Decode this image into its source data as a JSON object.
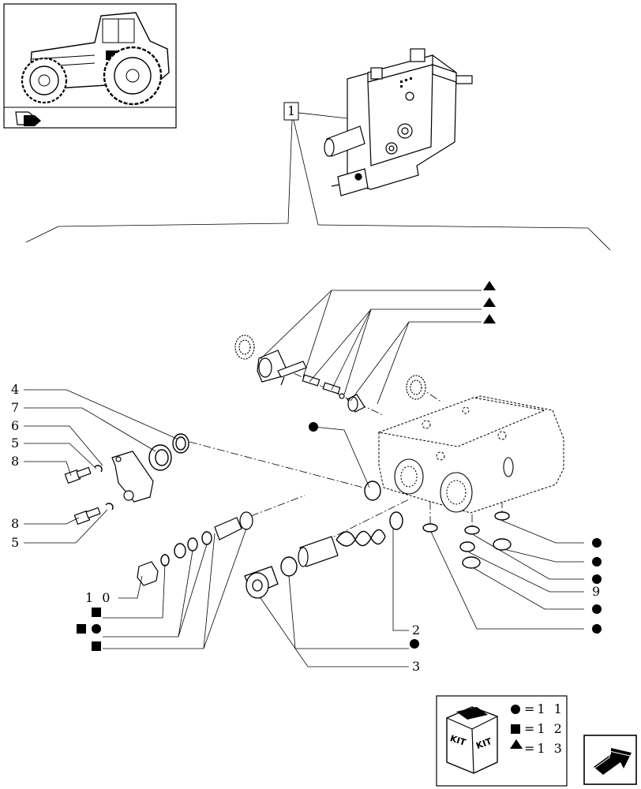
{
  "thumbnail": {
    "icon": "tractor-thumbnail",
    "nav_icon": "book-arrow-icon"
  },
  "main_ref": {
    "label": "1"
  },
  "callouts": {
    "n4": "4",
    "n7": "7",
    "n6": "6",
    "n5a": "5",
    "n8a": "8",
    "n8b": "8",
    "n5b": "5",
    "n10": "1 0",
    "n2": "2",
    "n3": "3",
    "n9": "9"
  },
  "legend": {
    "kit_label_left": "KIT",
    "kit_label_right": "KIT",
    "circle": "=1 1",
    "square": "=1 2",
    "triangle": "=1 3"
  },
  "symbols": {
    "circle": "circle-symbol",
    "square": "square-symbol",
    "triangle": "triangle-symbol"
  },
  "nav": {
    "next_icon": "next-page-arrow-icon"
  }
}
